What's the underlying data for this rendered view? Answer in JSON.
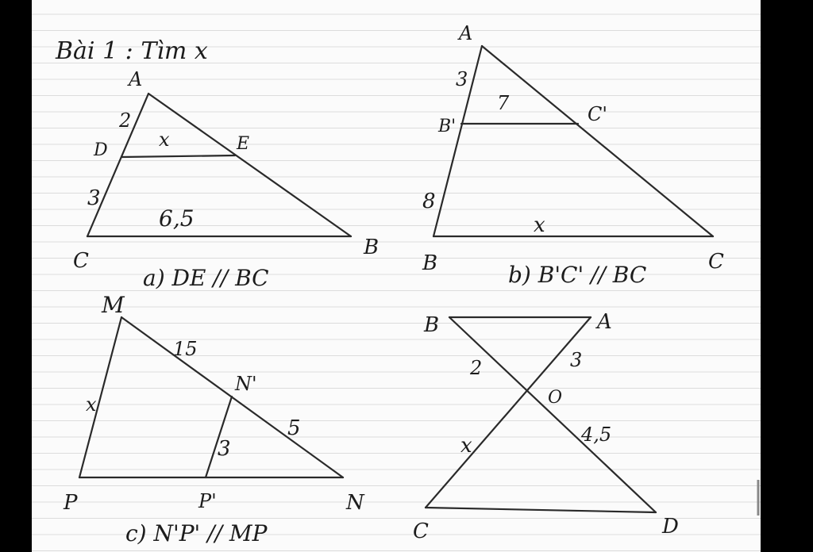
{
  "title": "Bài 1 : Tìm x",
  "colors": {
    "paper": "#fbfbfb",
    "ink": "#1c1c1c",
    "rule": "#dcdcdc",
    "frame": "#000000"
  },
  "figures": {
    "a": {
      "caption": "a) DE // BC",
      "vertices": {
        "A": "A",
        "B": "B",
        "C": "C",
        "D": "D",
        "E": "E"
      },
      "labels": {
        "AD": "2",
        "DC": "3",
        "DE": "x",
        "BC": "6,5"
      }
    },
    "b": {
      "caption": "b) B'C' // BC",
      "vertices": {
        "A": "A",
        "B1": "B'",
        "C1": "C'",
        "B": "B",
        "C": "C"
      },
      "labels": {
        "AB1": "3",
        "B1C1": "7",
        "B1B": "8",
        "BC": "x"
      }
    },
    "c": {
      "caption": "c) N'P' // MP",
      "vertices": {
        "M": "M",
        "N1": "N'",
        "P": "P",
        "P1": "P'",
        "N": "N"
      },
      "labels": {
        "MP": "x",
        "MN1": "15",
        "N1N": "5",
        "N1P1": "3"
      }
    },
    "d": {
      "vertices": {
        "B": "B",
        "A": "A",
        "O": "O",
        "C": "C",
        "D": "D"
      },
      "labels": {
        "BO": "2",
        "AO": "3",
        "OD": "4,5",
        "OC": "x"
      }
    }
  }
}
